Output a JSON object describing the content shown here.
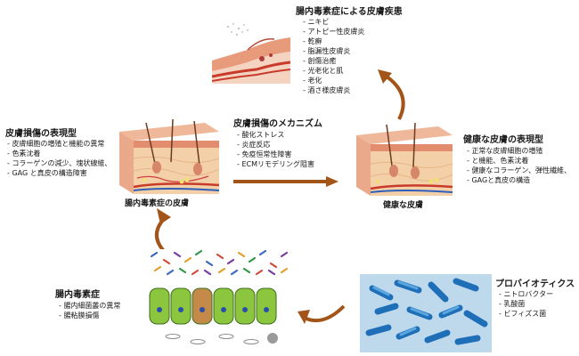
{
  "disease": {
    "title": "腸内毒素症による皮膚疾患",
    "items": [
      "ニキビ",
      "アトピー性皮膚炎",
      "乾癬",
      "脂漏性皮膚炎",
      "創傷治癒",
      "光老化と肌",
      "老化",
      "酒さ様皮膚炎"
    ]
  },
  "damaged_phenotype": {
    "title": "皮膚損傷の表現型",
    "items": [
      "皮膚細胞の増殖と機能の異常",
      "色素沈着",
      "コラーゲンの減少、塊状線維、",
      "GAG と真皮の構造障害"
    ]
  },
  "damaged_skin": {
    "caption": "腸内毒素症の皮膚"
  },
  "mechanism": {
    "title": "皮膚損傷のメカニズム",
    "items": [
      "酸化ストレス",
      "炎症反応",
      "免疫恒常性障害",
      "ECMリモデリング阻害"
    ]
  },
  "healthy_skin": {
    "caption": "健康な皮膚"
  },
  "healthy_phenotype": {
    "title": "健康な皮膚の表現型",
    "items": [
      "正常な皮膚細胞の増殖",
      "と機能、色素沈着",
      "健康なコラーゲン、弾性繊維、",
      "GAGと真皮の構造"
    ]
  },
  "dysbiosis": {
    "title": "腸内毒素症",
    "items": [
      "腸内細菌叢の異常",
      "腸粘膜損傷"
    ]
  },
  "probiotics": {
    "title": "プロバイオティクス",
    "items": [
      "ニトロバクター",
      "乳酸菌",
      "ビフィズス菌"
    ]
  },
  "colors": {
    "arrow": "#a35418",
    "skin_top": "#e9a98a",
    "dermis": "#f3d0a8",
    "villi": "#8cc63f",
    "bacteria_bg": "#bfd9ec"
  }
}
